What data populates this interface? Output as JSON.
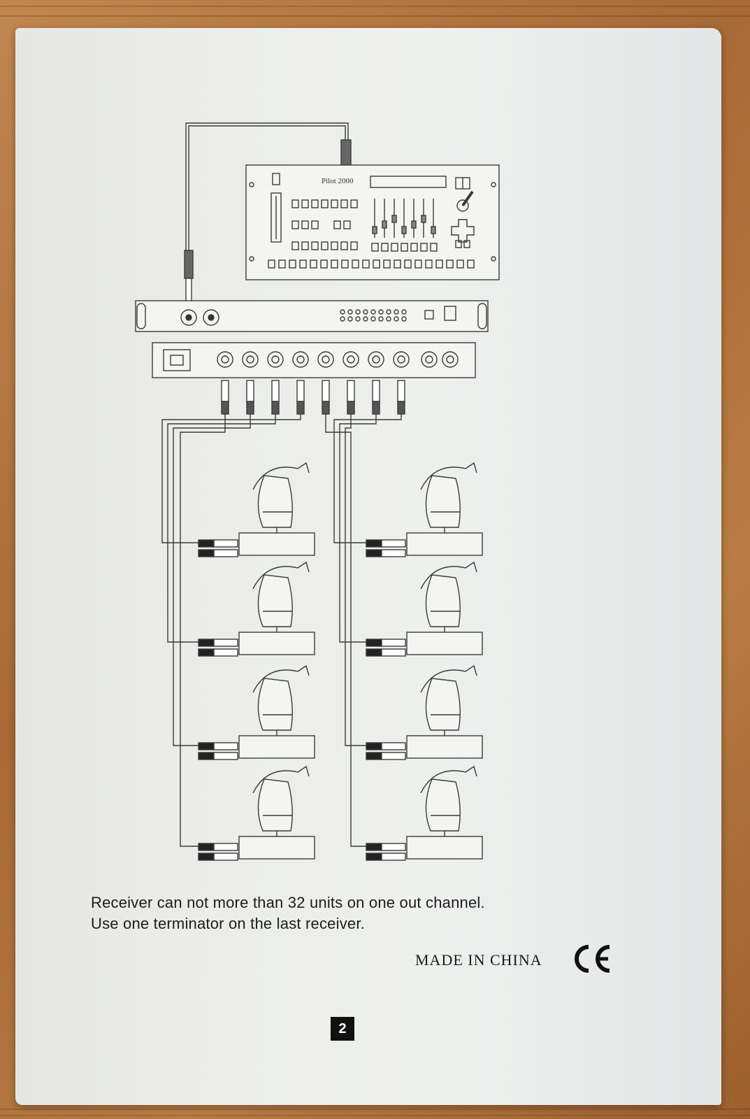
{
  "diagram": {
    "controller_brand": "Pilot 2000",
    "fixture_count_per_chain": 4,
    "chain_count": 2,
    "splitter_outputs": 8
  },
  "captions": {
    "line1": "Receiver can not more than 32 units on one out channel.",
    "line2": "Use one terminator on the last receiver."
  },
  "footer": {
    "made_in": "MADE IN CHINA",
    "mark": "CE",
    "page_number": "2"
  }
}
